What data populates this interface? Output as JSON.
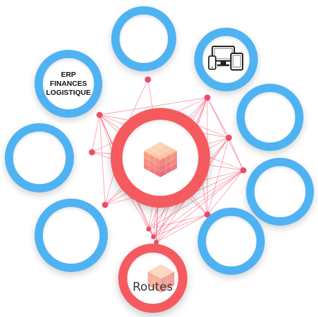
{
  "nodes": {
    "erp": {
      "lines": [
        "ERP",
        "FINANCES",
        "LOGISTIQUE"
      ]
    },
    "routes": {
      "label": "Routes"
    }
  },
  "icons": {
    "center": "isometric-cube-icon",
    "routes": "isometric-cube-icon",
    "devices": "devices-icon"
  },
  "colors": {
    "blue": "#4fb3f3",
    "red": "#f2545b",
    "coral": "#fb7b5a",
    "line": "#f2546f",
    "dot": "#ee4d6a"
  }
}
